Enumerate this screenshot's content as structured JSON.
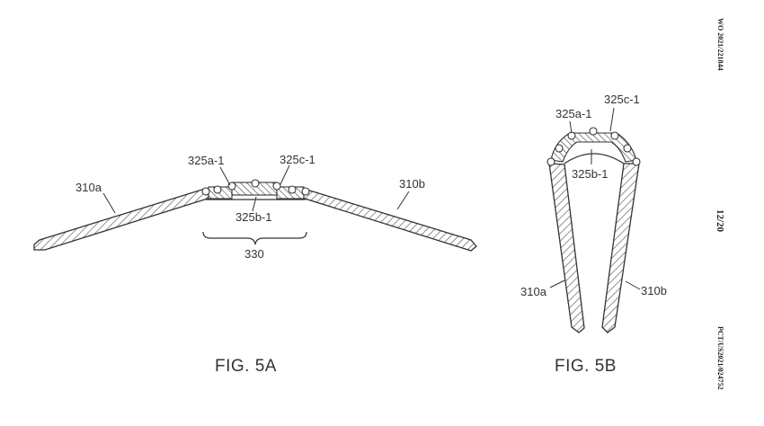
{
  "header": {
    "publication_number": "WO 2021/221844",
    "sheet": "12/20",
    "application_number": "PCT/US2021/024752"
  },
  "figure_5a": {
    "caption": "FIG. 5A",
    "labels": {
      "left_arm": "310a",
      "right_arm": "310b",
      "hinge_a": "325a-1",
      "hinge_b": "325b-1",
      "hinge_c": "325c-1",
      "hinge_assembly": "330"
    }
  },
  "figure_5b": {
    "caption": "FIG. 5B",
    "labels": {
      "left_arm": "310a",
      "right_arm": "310b",
      "hinge_a": "325a-1",
      "hinge_b": "325b-1",
      "hinge_c": "325c-1"
    }
  }
}
